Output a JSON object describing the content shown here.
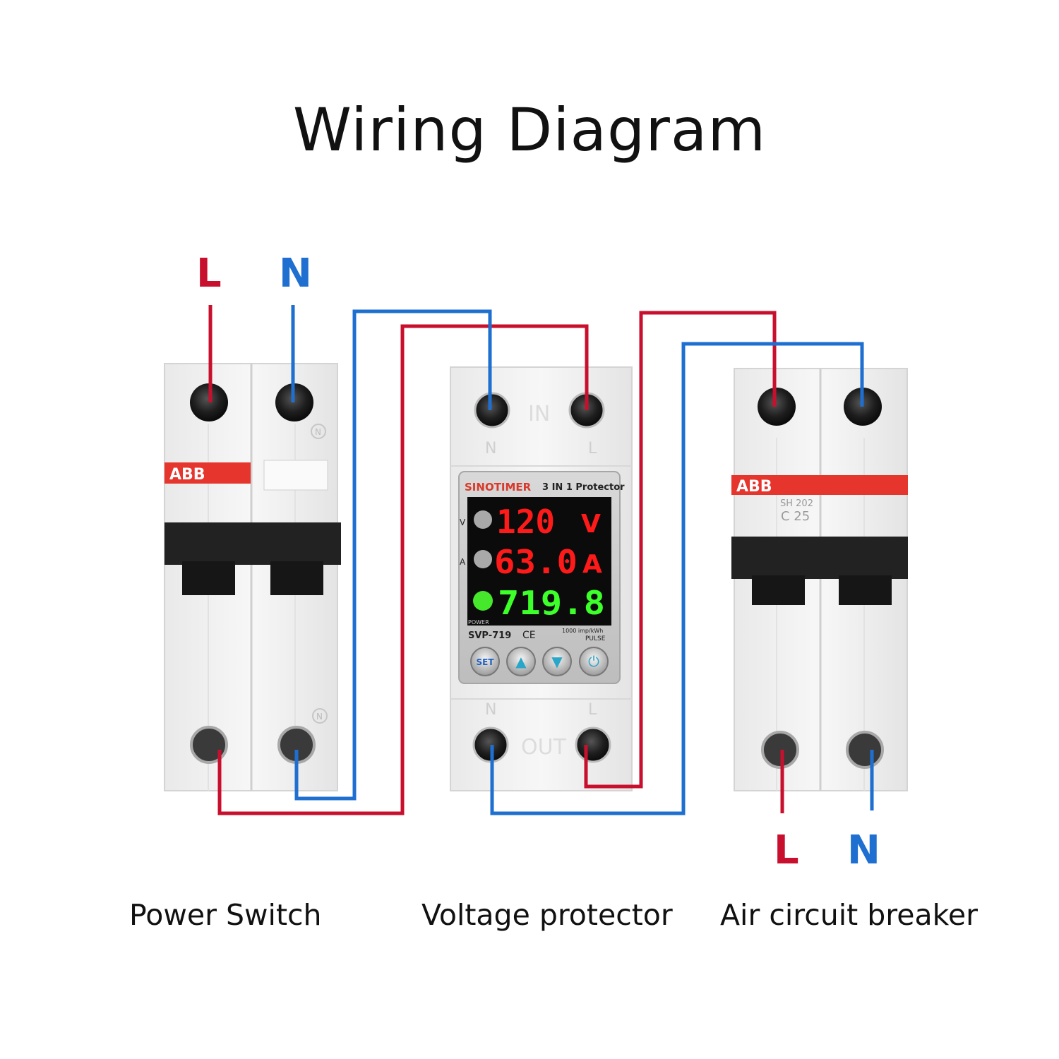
{
  "title": "Wiring Diagram",
  "input_labels": {
    "line": "L",
    "neutral": "N"
  },
  "output_labels": {
    "line": "L",
    "neutral": "N"
  },
  "captions": {
    "power_switch": "Power Switch",
    "voltage_protector": "Voltage protector",
    "air_circuit_breaker": "Air circuit breaker"
  },
  "power_switch": {
    "brand": "ABB",
    "pole_marks": [
      "N",
      "N"
    ]
  },
  "air_breaker": {
    "brand": "ABB",
    "model": "SH 202",
    "rating": "C 25"
  },
  "protector": {
    "brand": "SINOTIMER",
    "subtitle": "3 IN 1 Protector",
    "model": "SVP-719",
    "ce_mark": "CE",
    "terminal_in": "IN",
    "terminal_out": "OUT",
    "term_n": "N",
    "term_l": "L",
    "row_labels": [
      "V",
      "A",
      ""
    ],
    "power_label": "POWER",
    "pulse_rate": "1000 imp/kWh",
    "pulse_label": "PULSE",
    "voltage_reading": "120",
    "voltage_unit": "V",
    "current_reading": "63.0",
    "current_unit": "A",
    "energy_reading": "719.8",
    "buttons": [
      "SET",
      "▲",
      "▼",
      "⏻"
    ]
  },
  "colors": {
    "line": "#c8102e",
    "neutral": "#1e6fd0",
    "display_red": "#ff1a1a",
    "display_green": "#3dff2a"
  }
}
